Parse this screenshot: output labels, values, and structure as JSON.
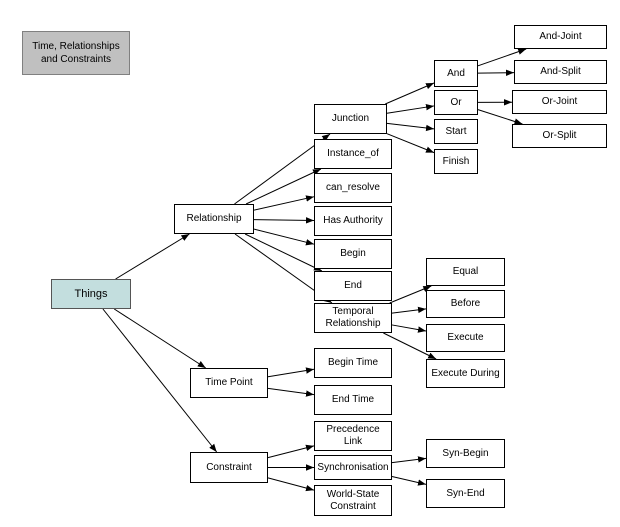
{
  "diagram": {
    "title": "Time, Relationships\nand Constraints",
    "colors": {
      "title_fill": "#c0c0c0",
      "root_fill": "#c3dede",
      "node_fill": "#ffffff",
      "stroke": "#000000"
    },
    "nodes": {
      "things": "Things",
      "relationship": "Relationship",
      "time_point": "Time Point",
      "constraint": "Constraint",
      "junction": "Junction",
      "instance_of": "Instance_of",
      "can_resolve": "can_resolve",
      "has_authority": "Has Authority",
      "begin": "Begin",
      "end": "End",
      "temporal_relationship": "Temporal\nRelationship",
      "and": "And",
      "or": "Or",
      "start": "Start",
      "finish": "Finish",
      "and_joint": "And-Joint",
      "and_split": "And-Split",
      "or_joint": "Or-Joint",
      "or_split": "Or-Split",
      "equal": "Equal",
      "before": "Before",
      "execute": "Execute",
      "execute_during": "Execute During",
      "begin_time": "Begin Time",
      "end_time": "End Time",
      "precedence_link": "Precedence\nLink",
      "synchronisation": "Synchronisation",
      "world_state_constraint": "World-State\nConstraint",
      "syn_begin": "Syn-Begin",
      "syn_end": "Syn-End"
    },
    "edges": [
      [
        "things",
        "relationship"
      ],
      [
        "things",
        "time_point"
      ],
      [
        "things",
        "constraint"
      ],
      [
        "relationship",
        "junction"
      ],
      [
        "relationship",
        "instance_of"
      ],
      [
        "relationship",
        "can_resolve"
      ],
      [
        "relationship",
        "has_authority"
      ],
      [
        "relationship",
        "begin"
      ],
      [
        "relationship",
        "end"
      ],
      [
        "relationship",
        "temporal_relationship"
      ],
      [
        "junction",
        "and"
      ],
      [
        "junction",
        "or"
      ],
      [
        "junction",
        "start"
      ],
      [
        "junction",
        "finish"
      ],
      [
        "and",
        "and_joint"
      ],
      [
        "and",
        "and_split"
      ],
      [
        "or",
        "or_joint"
      ],
      [
        "or",
        "or_split"
      ],
      [
        "temporal_relationship",
        "equal"
      ],
      [
        "temporal_relationship",
        "before"
      ],
      [
        "temporal_relationship",
        "execute"
      ],
      [
        "temporal_relationship",
        "execute_during"
      ],
      [
        "time_point",
        "begin_time"
      ],
      [
        "time_point",
        "end_time"
      ],
      [
        "constraint",
        "precedence_link"
      ],
      [
        "constraint",
        "synchronisation"
      ],
      [
        "constraint",
        "world_state_constraint"
      ],
      [
        "synchronisation",
        "syn_begin"
      ],
      [
        "synchronisation",
        "syn_end"
      ]
    ]
  }
}
